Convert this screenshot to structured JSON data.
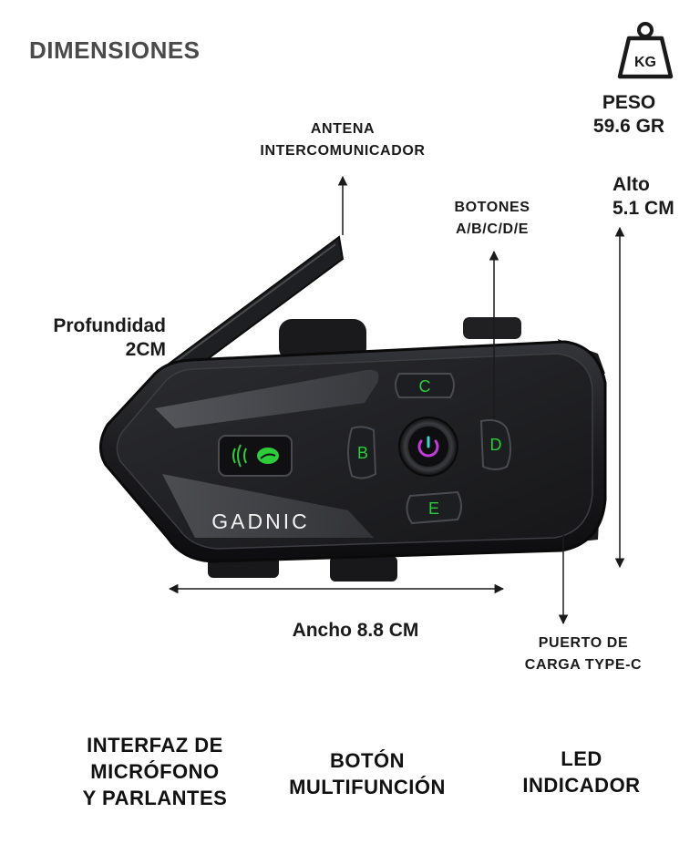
{
  "title": "DIMENSIONES",
  "weight": {
    "icon": "weight-kg-icon",
    "icon_text": "KG",
    "lines": [
      "PESO",
      "59.6 GR"
    ]
  },
  "labels": {
    "antenna": [
      "ANTENA",
      "INTERCOMUNICADOR"
    ],
    "buttons": [
      "BOTONES",
      "A/B/C/D/E"
    ],
    "height": [
      "Alto",
      "5.1 CM"
    ],
    "depth": [
      "Profundidad",
      "2CM"
    ],
    "width": "Ancho 8.8 CM",
    "charging": [
      "PUERTO DE",
      "CARGA TYPE-C"
    ]
  },
  "device": {
    "brand": "GADNIC",
    "keys": {
      "b": "B",
      "c": "C",
      "d": "D",
      "e": "E"
    },
    "accent_color": "#2ecc3a",
    "body_color": "#1b1b1d"
  },
  "features": [
    [
      "INTERFAZ DE",
      "MICRÓFONO",
      "Y PARLANTES"
    ],
    [
      "BOTÓN",
      "MULTIFUNCIÓN"
    ],
    [
      "LED",
      "INDICADOR"
    ]
  ]
}
